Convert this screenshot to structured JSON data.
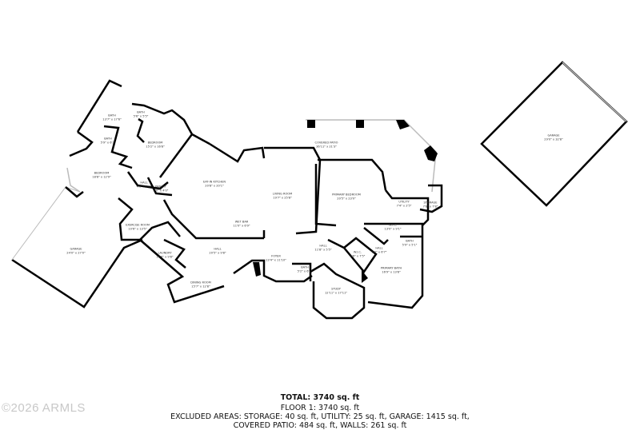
{
  "rooms": [
    {
      "name": "BATH",
      "size": "13'7\" x 17'6\""
    },
    {
      "name": "BATH",
      "size": "5'6\" x 5'5\""
    },
    {
      "name": "BATH",
      "size": "5'9\" x 6'3\""
    },
    {
      "name": "BEDROOM",
      "size": "15'2\" x 16'8\""
    },
    {
      "name": "BEDROOM",
      "size": "18'8\" x 12'9\""
    },
    {
      "name": "HALL",
      "size": "4'0\" x 6'0\""
    },
    {
      "name": "PANTRY",
      "size": "5'0\" x 4'0\""
    },
    {
      "name": "EAT-IN KITCHEN",
      "size": "20'8\" x 20'1\""
    },
    {
      "name": "LIVING ROOM",
      "size": "19'7\" x 25'8\""
    },
    {
      "name": "WET BAR",
      "size": "11'0\" x 6'9\""
    },
    {
      "name": "GARAGE",
      "size": "24'0\" x 27'0\""
    },
    {
      "name": "EXERCISE ROOM",
      "size": "10'6\" x 13'5\""
    },
    {
      "name": "LAUNDRY",
      "size": "11'8\" x 9'8\""
    },
    {
      "name": "HALL",
      "size": "20'5\" x 9'8\""
    },
    {
      "name": "DINING ROOM",
      "size": "15'7\" x 12'8\""
    },
    {
      "name": "FOYER",
      "size": "13'4\" x 11'10\""
    },
    {
      "name": "BATH",
      "size": "5'2\" x 6'1\""
    },
    {
      "name": "HALL",
      "size": "11'8\" x 5'5\""
    },
    {
      "name": "COVERED PATIO",
      "size": "36'11\" x 21'3\""
    },
    {
      "name": "PRIMARY BEDROOM",
      "size": "20'5\" x 23'0\""
    },
    {
      "name": "UTILITY",
      "size": "7'4\" x 2'5\""
    },
    {
      "name": "STORAGE",
      "size": "7'8\" x 7'8\""
    },
    {
      "name": "W.I.C.",
      "size": "13'0\" x 9'1\""
    },
    {
      "name": "BATH",
      "size": "5'9\" x 5'1\""
    },
    {
      "name": "HALL",
      "size": "8'0\" x 6'7\""
    },
    {
      "name": "W.I.C.",
      "size": "6'6\" x 7'5\""
    },
    {
      "name": "PRIMARY BATH",
      "size": "16'9\" x 13'8\""
    },
    {
      "name": "STUDY",
      "size": "12'11\" x 17'11\""
    },
    {
      "name": "GARAGE",
      "size": "29'0\" x 32'8\""
    }
  ],
  "summary": {
    "total": "TOTAL: 3740 sq. ft",
    "floor1": "FLOOR 1: 3740 sq. ft",
    "excluded": "EXCLUDED AREAS: STORAGE: 40 sq. ft, UTILITY: 25 sq. ft, GARAGE: 1415 sq. ft,",
    "excluded2": "COVERED PATIO: 484 sq. ft, WALLS: 261 sq. ft"
  },
  "watermark": "©2026 ARMLS"
}
